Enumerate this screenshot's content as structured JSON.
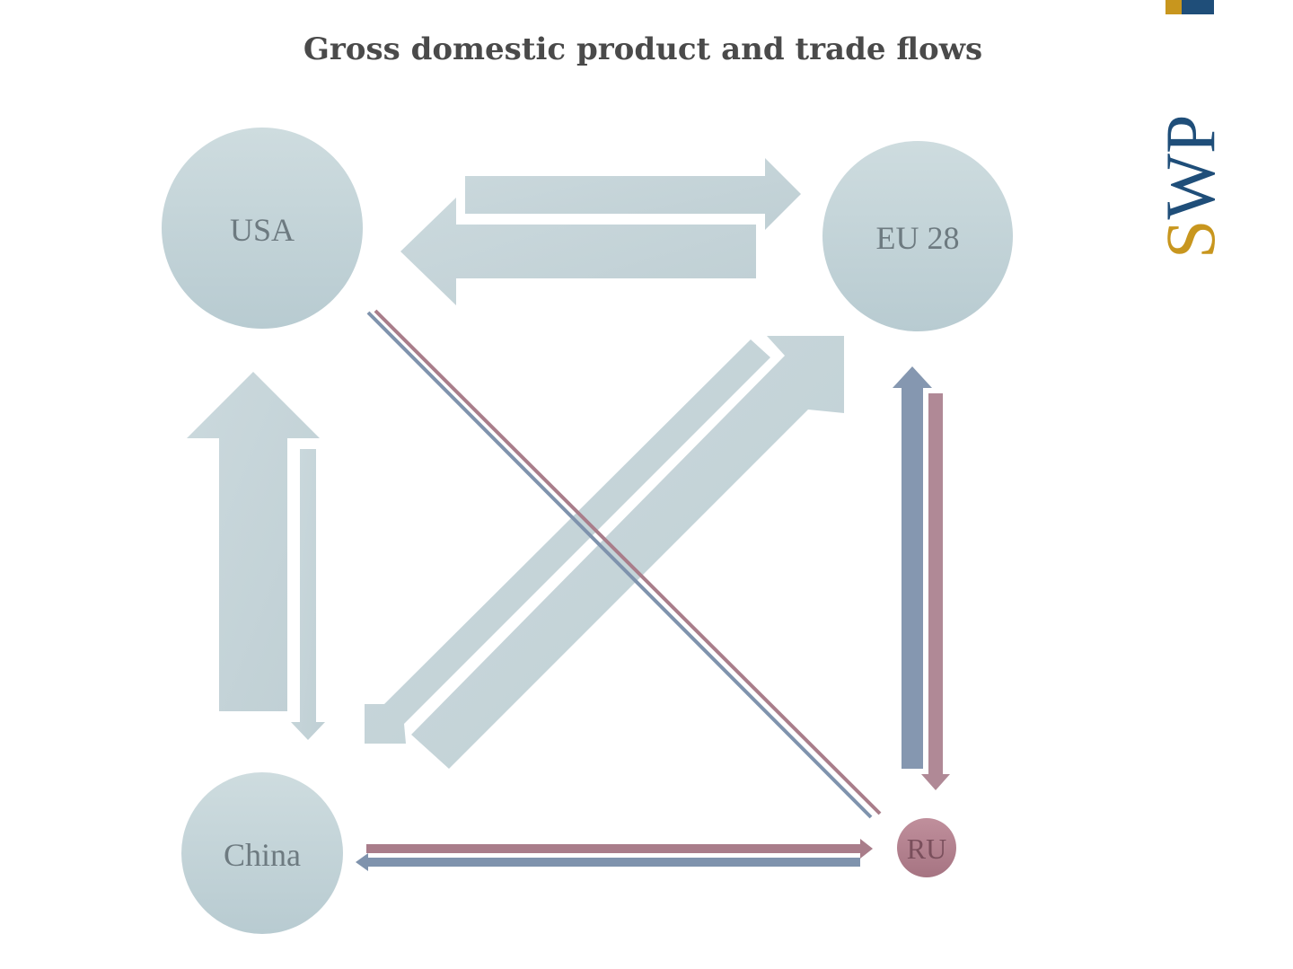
{
  "title": "Gross domestic product and trade flows",
  "nodes": {
    "usa": {
      "label": "USA"
    },
    "eu": {
      "label": "EU 28"
    },
    "china": {
      "label": "China"
    },
    "ru": {
      "label": "RU"
    }
  },
  "logo": {
    "text": "SWP"
  },
  "colors": {
    "node": "#c4d3d8",
    "flow": "#c8d6da",
    "ru_node": "#b68592",
    "ru_export": "#a97d8a",
    "ru_import": "#7f93ad",
    "logo_blue": "#1f4e79",
    "logo_gold": "#c8961e"
  }
}
